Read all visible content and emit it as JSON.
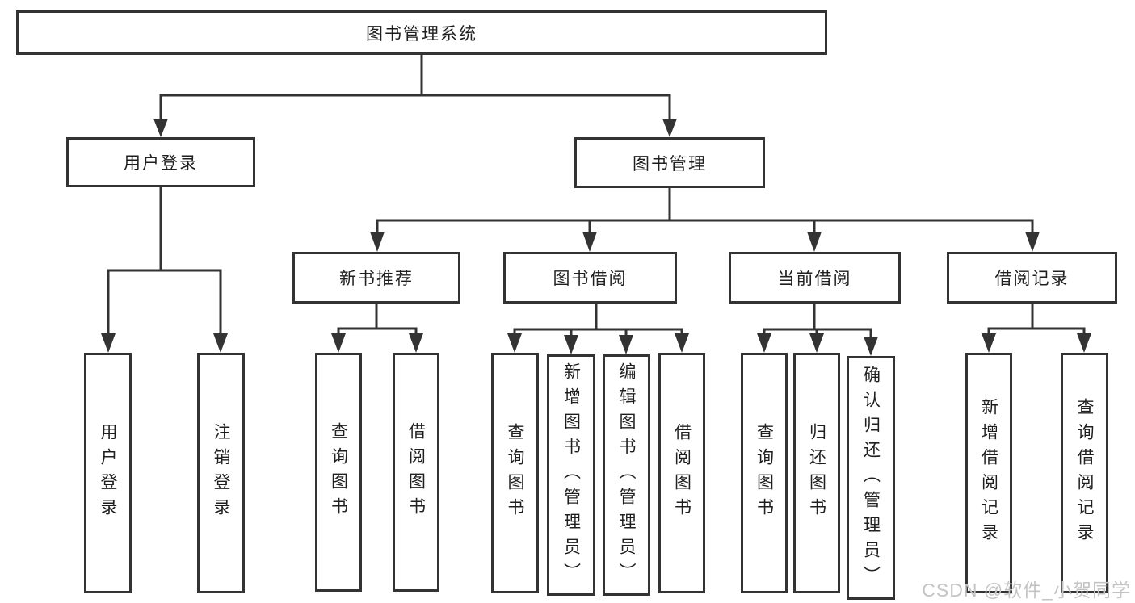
{
  "diagram": {
    "root": {
      "label": "图书管理系统"
    },
    "branches": [
      {
        "label": "用户登录",
        "children": [
          {
            "label": "用户登录"
          },
          {
            "label": "注销登录"
          }
        ]
      },
      {
        "label": "图书管理",
        "children": [
          {
            "label": "新书推荐",
            "children": [
              {
                "label": "查询图书"
              },
              {
                "label": "借阅图书"
              }
            ]
          },
          {
            "label": "图书借阅",
            "children": [
              {
                "label": "查询图书"
              },
              {
                "label": "新增图书（管理员）"
              },
              {
                "label": "编辑图书（管理员）"
              },
              {
                "label": "借阅图书"
              }
            ]
          },
          {
            "label": "当前借阅",
            "children": [
              {
                "label": "查询图书"
              },
              {
                "label": "归还图书"
              },
              {
                "label": "确认归还（管理员）"
              }
            ]
          },
          {
            "label": "借阅记录",
            "children": [
              {
                "label": "新增借阅记录"
              },
              {
                "label": "查询借阅记录"
              }
            ]
          }
        ]
      }
    ]
  },
  "watermark": {
    "text": "CSDN @软件_小贺同学"
  },
  "colors": {
    "line": "#333333",
    "text": "#1f1f1f",
    "background": "#ffffff",
    "watermark": "#c4c4c4"
  }
}
